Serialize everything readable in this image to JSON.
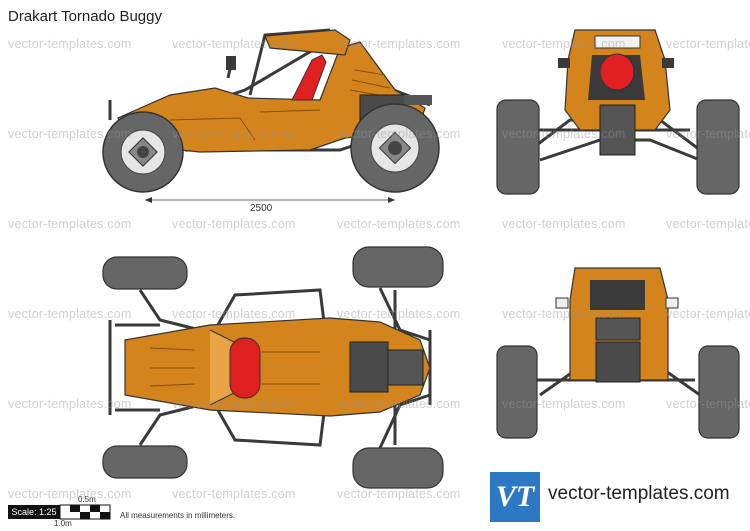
{
  "title": "Drakart Tornado Buggy",
  "watermark": "vector-templates.com",
  "dimension_label": "2500",
  "scale": {
    "label": "Scale: 1:25",
    "top_mark": "0.5m",
    "bottom_mark": "1.0m"
  },
  "note": "All measurements in millimeters.",
  "brand": {
    "logo_text": "VT",
    "site": "vector-templates.com",
    "logo_color": "#2d78c3"
  },
  "colors": {
    "body_orange": "#d4841c",
    "tire_gray": "#666666",
    "frame_dark": "#3a3a3a",
    "seat_red": "#e02020"
  }
}
